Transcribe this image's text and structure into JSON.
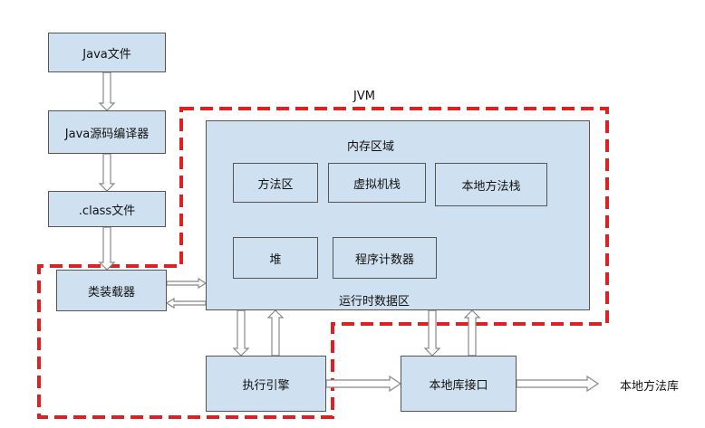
{
  "diagram": {
    "jvm_label": "JVM",
    "nodes": {
      "java_file": "Java文件",
      "java_compiler": "Java源码编译器",
      "class_file": ".class文件",
      "class_loader": "类装载器",
      "memory_area_title": "内存区域",
      "method_area": "方法区",
      "vm_stack": "虚拟机栈",
      "native_method_stack": "本地方法栈",
      "heap": "堆",
      "program_counter": "程序计数器",
      "runtime_data_area": "运行时数据区",
      "execution_engine": "执行引擎",
      "native_interface": "本地库接口",
      "native_library": "本地方法库"
    },
    "colors": {
      "box_fill": "#cfe0f0",
      "box_border": "#555555",
      "jvm_border": "#e02020",
      "arrow_fill": "#ffffff",
      "arrow_stroke": "#888888"
    }
  }
}
